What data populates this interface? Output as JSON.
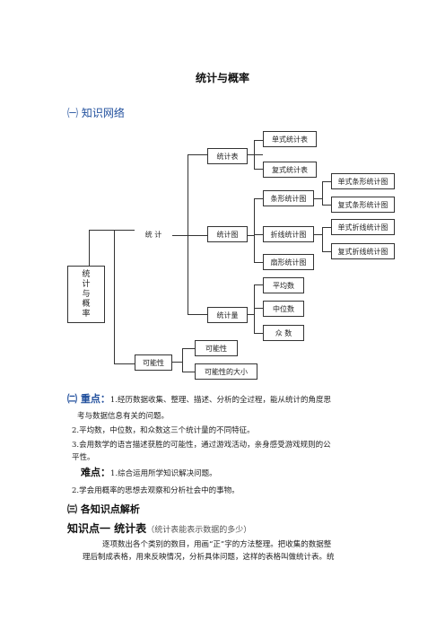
{
  "title": "统计与概率",
  "section1": {
    "label": "㈠  知识网络"
  },
  "tree": {
    "root": [
      "统",
      "计",
      "与",
      "概",
      "率"
    ],
    "tongji": "统    计",
    "keneng": "可能性",
    "tongjibiao": "统计表",
    "tongjitu": "统计图",
    "tongjiliang": "统计量",
    "danshi_biao": "单式统计表",
    "fushi_biao": "复式统计表",
    "tiaoxing": "条形统计图",
    "zhexian": "折线统计图",
    "shanxing": "扇形统计图",
    "danshi_tiao": "单式条形统计图",
    "fushi_tiao": "复式条形统计图",
    "danshi_zhe": "单式折线统计图",
    "fushi_zhe": "复式折线统计图",
    "pingjun": "平均数",
    "zhongwei": "中位数",
    "zhongshu": "众    数",
    "knx": "可能性",
    "knx_daxiao": "可能性的大小"
  },
  "section2": {
    "label": "㈡  重点：",
    "items": [
      "1.经历数据收集、整理、描述、分析的全过程，能从统计的角度思",
      "考与数据信息有关的问题。",
      "2.平均数，中位数，和众数这三个统计量的不同特征。",
      "3.会用数学的语言描述获胜的可能性，通过游戏活动，亲身感受游戏规则的公",
      "平性。"
    ],
    "nandian_label": "难点：",
    "nandian": [
      "1.综合运用所学知识解决问题。",
      "2.学会用概率的思想去观察和分析社会中的事物。"
    ]
  },
  "section3": {
    "label": "㈢  各知识点解析"
  },
  "point1": {
    "label": "知识点一  统计表",
    "note": "（统计表能表示数据的多少）",
    "body": [
      "逐项数出各个类别的数目，用画“正”字的方法整理。把收集的数据整",
      "理后制成表格，用来反映情况，分析具体问题，这样的表格叫做统计表。统"
    ]
  }
}
